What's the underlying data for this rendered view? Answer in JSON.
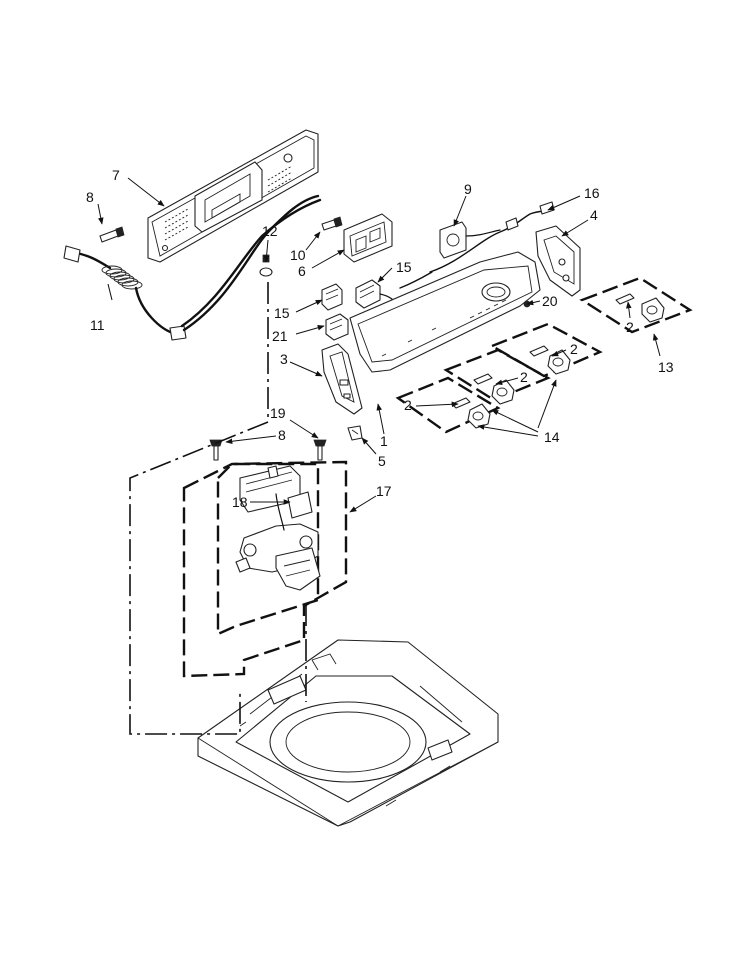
{
  "callouts": {
    "c1": "1",
    "c2a": "2",
    "c2b": "2",
    "c2c": "2",
    "c2d": "2",
    "c3": "3",
    "c4": "4",
    "c5": "5",
    "c6": "6",
    "c7": "7",
    "c8a": "8",
    "c8b": "8",
    "c9": "9",
    "c10": "10",
    "c11": "11",
    "c12": "12",
    "c13": "13",
    "c14": "14",
    "c15a": "15",
    "c15b": "15",
    "c16": "16",
    "c17": "17",
    "c18": "18",
    "c19": "19",
    "c20": "20",
    "c21": "21"
  }
}
